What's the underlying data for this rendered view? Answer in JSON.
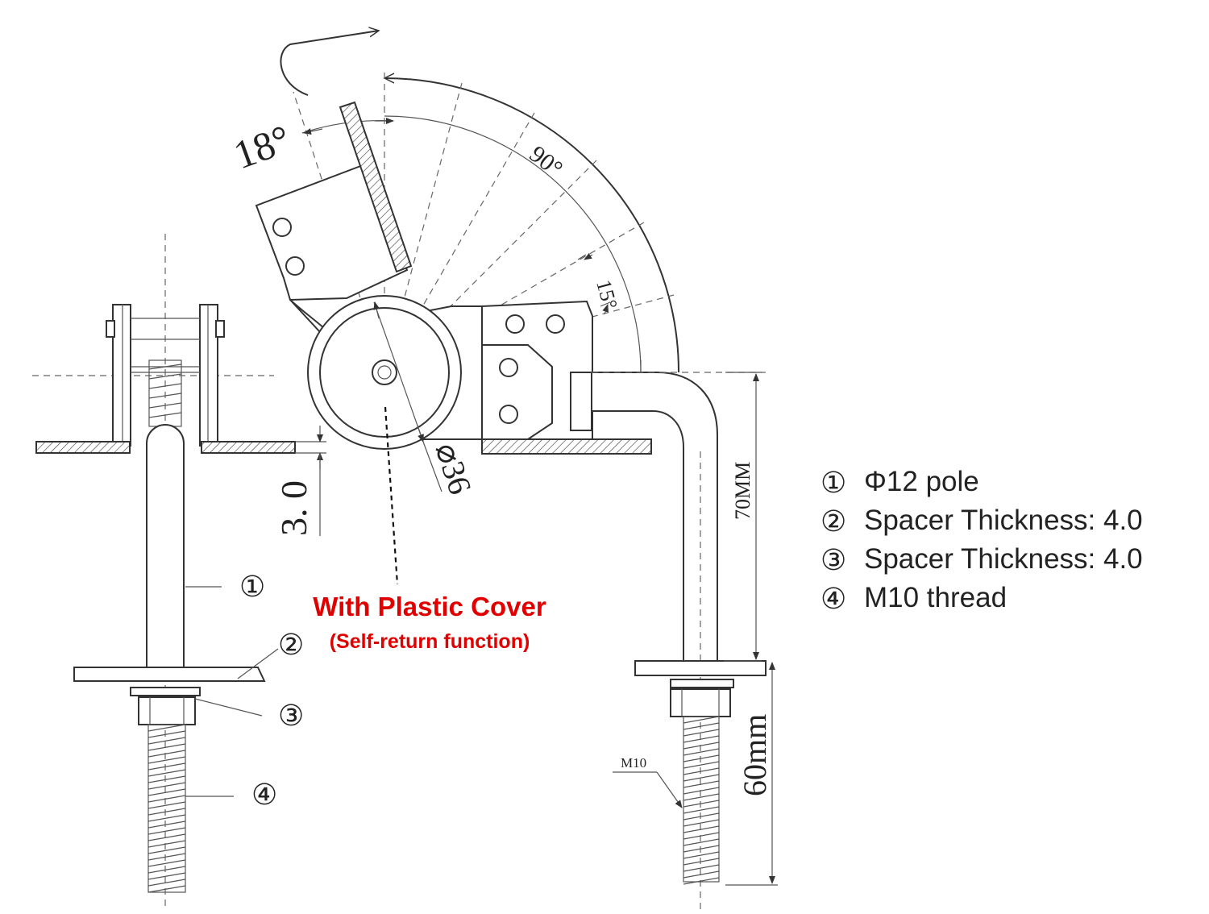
{
  "dimensions": {
    "angle_top": "18°",
    "angle_rotation": "90°",
    "angle_small": "15°",
    "thickness": "3. 0",
    "diameter": "⌀36",
    "length_upper": "70MM",
    "length_lower": "60mm",
    "thread_label": "M10"
  },
  "callouts": [
    "①",
    "②",
    "③",
    "④"
  ],
  "annotation": {
    "title": "With Plastic Cover",
    "subtitle": "(Self-return function)",
    "color": "#e00000"
  },
  "legend": [
    {
      "num": "①",
      "text": "Φ12 pole"
    },
    {
      "num": "②",
      "text": "Spacer Thickness: 4.0"
    },
    {
      "num": "③",
      "text": "Spacer Thickness: 4.0"
    },
    {
      "num": "④",
      "text": "M10 thread"
    }
  ]
}
